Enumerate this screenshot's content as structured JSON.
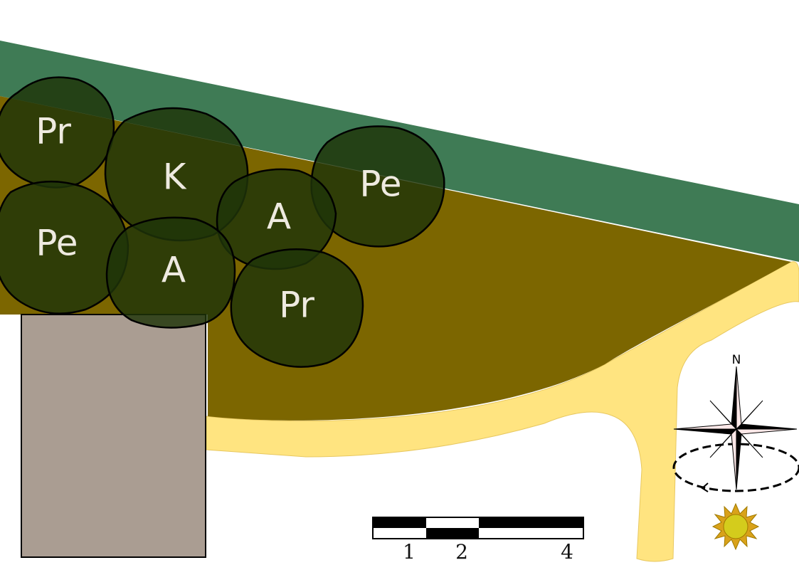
{
  "colors": {
    "canopy": "#3f7b55",
    "soil": "#7c6600",
    "root_zone": "#ffe480",
    "blob": "#1e3508",
    "wall": "#aa9d92",
    "sun": "#d4cc1c"
  },
  "blobs": [
    {
      "label": "Pr"
    },
    {
      "label": "K"
    },
    {
      "label": "Pe"
    },
    {
      "label": "A"
    },
    {
      "label": "Pe"
    },
    {
      "label": "A"
    },
    {
      "label": "Pr"
    }
  ],
  "scale_bar": {
    "ticks": [
      "1",
      "2",
      "4"
    ]
  },
  "compass": {
    "north_label": "N"
  }
}
